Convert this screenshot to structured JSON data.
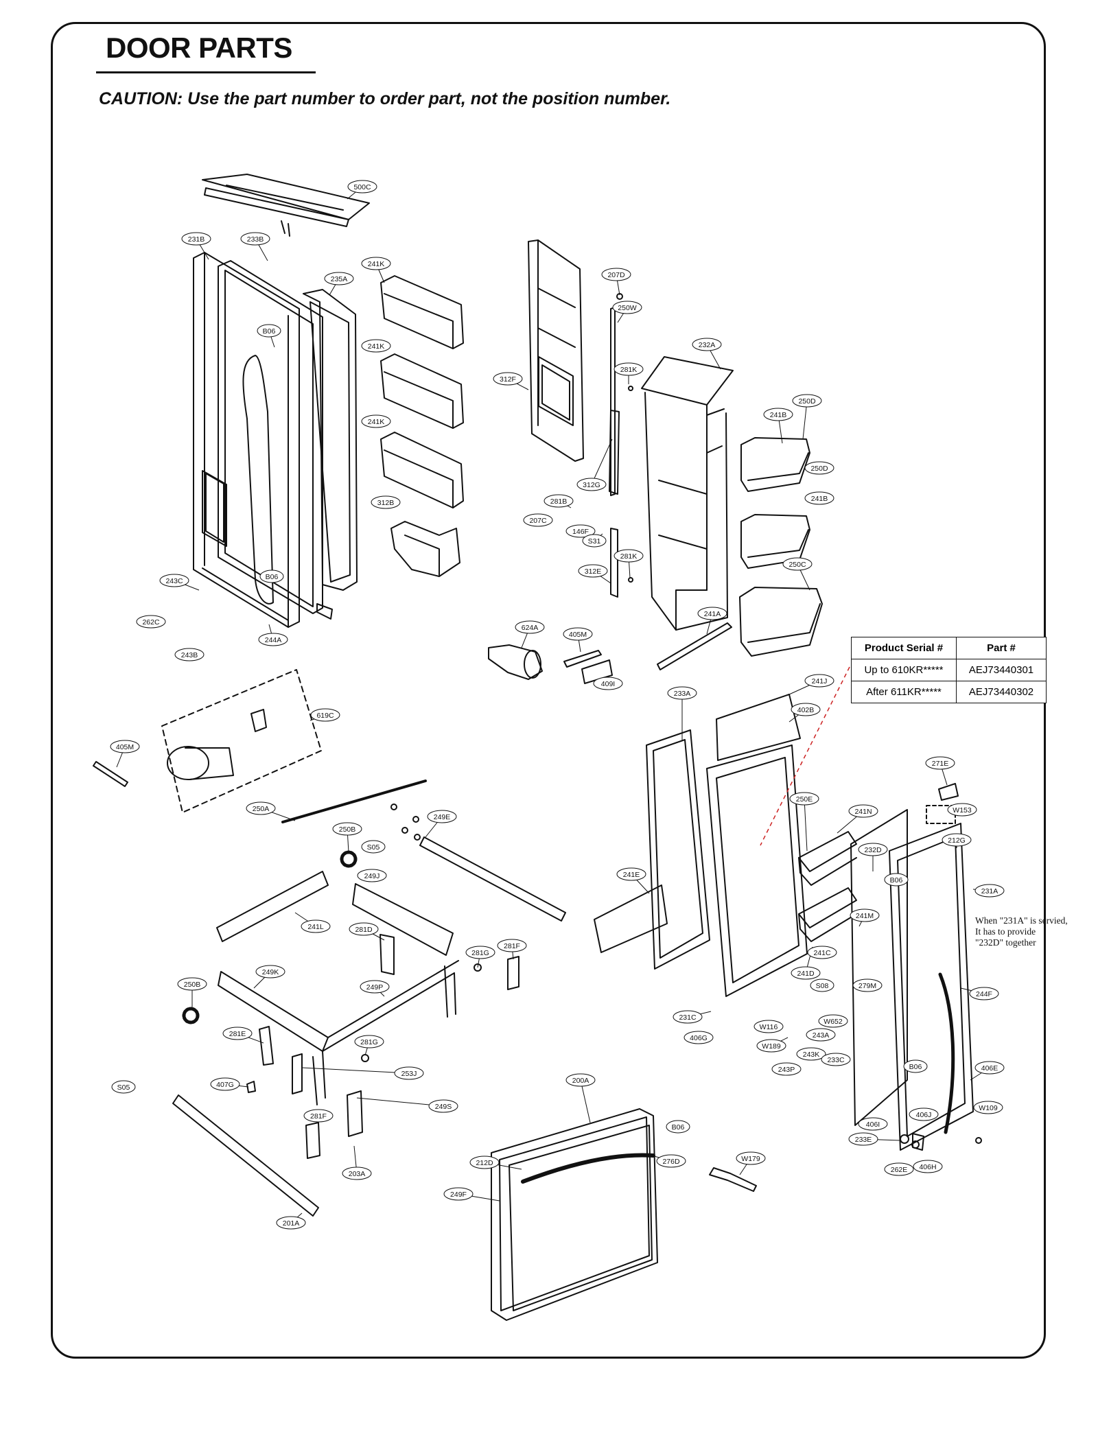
{
  "page": {
    "title": "DOOR PARTS",
    "caution": "CAUTION: Use the part number to order part, not the position number."
  },
  "serial_table": {
    "headers": [
      "Product Serial #",
      "Part #"
    ],
    "rows": [
      [
        "Up to 610KR*****",
        "AEJ73440301"
      ],
      [
        "After 611KR*****",
        "AEJ73440302"
      ]
    ]
  },
  "service_note": [
    "When \"231A\" is servied,",
    "It has to provide",
    "\"232D\" together"
  ],
  "part_labels": [
    "500C",
    "231B",
    "233B",
    "241K",
    "235A",
    "207D",
    "250W",
    "B06",
    "241K",
    "232A",
    "312F",
    "281K",
    "250D",
    "241B",
    "241K",
    "250D",
    "312G",
    "281B",
    "312B",
    "207C",
    "146F",
    "241B",
    "S31",
    "281K",
    "250C",
    "312E",
    "243C",
    "B06",
    "262C",
    "624A",
    "405M",
    "241A",
    "243B",
    "244A",
    "409I",
    "241J",
    "233A",
    "402B",
    "619C",
    "405M",
    "271E",
    "250E",
    "W153",
    "250A",
    "249E",
    "241N",
    "250B",
    "S05",
    "212G",
    "232D",
    "249J",
    "B06",
    "241E",
    "231A",
    "241L",
    "241M",
    "281D",
    "281F",
    "281G",
    "241C",
    "250B",
    "249K",
    "249P",
    "241D",
    "S08",
    "279M",
    "244F",
    "231C",
    "W652",
    "406G",
    "W116",
    "243A",
    "W189",
    "281E",
    "281G",
    "243K",
    "233C",
    "243P",
    "253J",
    "406E",
    "S05",
    "407G",
    "200A",
    "W109",
    "B06",
    "249S",
    "406J",
    "406I",
    "281F",
    "233E",
    "B06",
    "212D",
    "276D",
    "406H",
    "262E",
    "W179",
    "203A",
    "249F",
    "201A"
  ],
  "colors": {
    "line": "#111111",
    "leader_red": "#cc2222",
    "background": "#ffffff"
  }
}
